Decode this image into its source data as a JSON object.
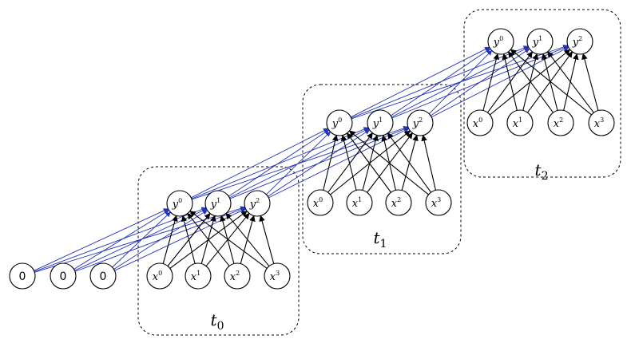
{
  "colors": {
    "recurrent_edge": "#2233bb",
    "feedforward_edge": "#000000"
  },
  "initial_state": {
    "labels": [
      "0",
      "0",
      "0"
    ]
  },
  "timesteps": [
    {
      "label": "t",
      "subscript": "0",
      "outputs": [
        {
          "base": "y",
          "sup": "0"
        },
        {
          "base": "y",
          "sup": "1"
        },
        {
          "base": "y",
          "sup": "2"
        }
      ],
      "inputs": [
        {
          "base": "x",
          "sup": "0"
        },
        {
          "base": "x",
          "sup": "1"
        },
        {
          "base": "x",
          "sup": "2"
        },
        {
          "base": "x",
          "sup": "3"
        }
      ]
    },
    {
      "label": "t",
      "subscript": "1",
      "outputs": [
        {
          "base": "y",
          "sup": "0"
        },
        {
          "base": "y",
          "sup": "1"
        },
        {
          "base": "y",
          "sup": "2"
        }
      ],
      "inputs": [
        {
          "base": "x",
          "sup": "0"
        },
        {
          "base": "x",
          "sup": "1"
        },
        {
          "base": "x",
          "sup": "2"
        },
        {
          "base": "x",
          "sup": "3"
        }
      ]
    },
    {
      "label": "t",
      "subscript": "2",
      "outputs": [
        {
          "base": "y",
          "sup": "0"
        },
        {
          "base": "y",
          "sup": "1"
        },
        {
          "base": "y",
          "sup": "2"
        }
      ],
      "inputs": [
        {
          "base": "x",
          "sup": "0"
        },
        {
          "base": "x",
          "sup": "1"
        },
        {
          "base": "x",
          "sup": "2"
        },
        {
          "base": "x",
          "sup": "3"
        }
      ]
    }
  ]
}
